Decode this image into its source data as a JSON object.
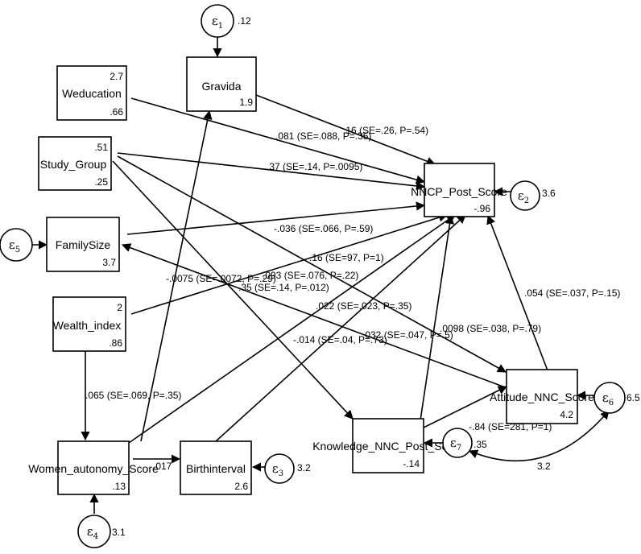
{
  "nodes": {
    "gravida": {
      "name": "Gravida",
      "intercept": "",
      "variance": "1.9"
    },
    "weduc": {
      "name": "Weducation",
      "intercept": "2.7",
      "variance": ".66"
    },
    "study": {
      "name": "Study_Group",
      "intercept": ".51",
      "variance": ".25"
    },
    "family": {
      "name": "FamilySize",
      "intercept": "",
      "variance": "3.7"
    },
    "wealth": {
      "name": "Wealth_index",
      "intercept": "2",
      "variance": ".86"
    },
    "women": {
      "name": "Women_autonomy_Score",
      "intercept": "",
      "variance": ".13"
    },
    "birth": {
      "name": "Birthinterval",
      "intercept": "",
      "variance": "2.6"
    },
    "knowledge": {
      "name": "Knowledge_NNC_Post_Score",
      "intercept": "",
      "variance": "-.14"
    },
    "attitude": {
      "name": "Attitude_NNC_Score",
      "intercept": "",
      "variance": "4.2"
    },
    "nncp": {
      "name": "NNCP_Post_Score",
      "intercept": "",
      "variance": "-.96"
    }
  },
  "errors": {
    "e1": {
      "symbol": "ε",
      "sub": "1",
      "variance": ".12"
    },
    "e2": {
      "symbol": "ε",
      "sub": "2",
      "variance": "3.6"
    },
    "e3": {
      "symbol": "ε",
      "sub": "3",
      "variance": "3.2"
    },
    "e4": {
      "symbol": "ε",
      "sub": "4",
      "variance": "3.1"
    },
    "e5": {
      "symbol": "ε",
      "sub": "5",
      "variance": ""
    },
    "e6": {
      "symbol": "ε",
      "sub": "6",
      "variance": "6.5"
    },
    "e7": {
      "symbol": "ε",
      "sub": "7",
      "variance": ".35"
    }
  },
  "paths": {
    "gravida_nncp": ".16 (SE=.26, P=.54)",
    "weduc_nncp": ".081 (SE=.088, P=.35)",
    "study_nncp": ".37 (SE=.14, P=.0095)",
    "family_nncp": "-.036 (SE=.066, P=.59)",
    "study_attitude": ".16 (SE=97, P=1)",
    "women_nncp": "-.0075 (SE=.0072, P=.29)",
    "wealth_nncp": ".093 (SE=.076, P=.22)",
    "study_knowledge": ".35 (SE=.14, P=.012)",
    "birth_nncp": ".022 (SE=.023, P=.35)",
    "attitude_nncp": ".054 (SE=.037, P=.15)",
    "knowledge_nncp": "-.014 (SE=.04, P=.73)",
    "family_attitude": ".032 (SE=.047, P=.5)",
    "knowledge_attitude": ".0098 (SE=.038, P=.79)",
    "wealth_women": ".065 (SE=.069, P=.35)",
    "attitude_knowledge": "-.84 (SE=281, P=1)",
    "women_birth": ".017",
    "cov_e6_e7": "3.2"
  }
}
